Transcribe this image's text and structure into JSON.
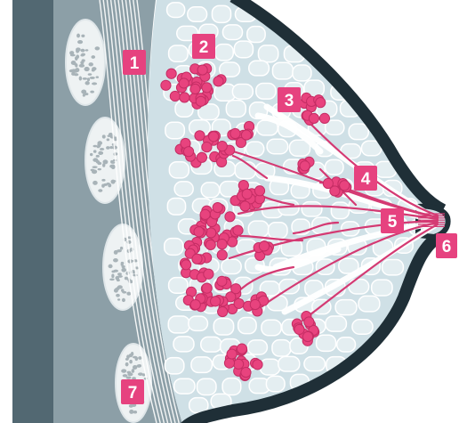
{
  "diagram": {
    "labels": [
      {
        "id": "label-1",
        "text": "1"
      },
      {
        "id": "label-2",
        "text": "2"
      },
      {
        "id": "label-3",
        "text": "3"
      },
      {
        "id": "label-4",
        "text": "4"
      },
      {
        "id": "label-5",
        "text": "5"
      },
      {
        "id": "label-6",
        "text": "6"
      },
      {
        "id": "label-7",
        "text": "7"
      }
    ]
  },
  "colors": {
    "chest_wall": "#526872",
    "rib_zone": "#8c9fa7",
    "rib_bone": "#eef2f3",
    "rib_speckle": "#a8b3b8",
    "muscle_line": "#ffffff",
    "breast_tissue": "#cfe0e6",
    "fat_lobule": "#e4eef1",
    "skin_outline": "#1f2f37",
    "lobule_pink": "#e8437e",
    "duct_pink": "#d43a73",
    "duct_white": "#ffffff",
    "label_bg": "#e6427f",
    "label_text": "#ffffff"
  }
}
